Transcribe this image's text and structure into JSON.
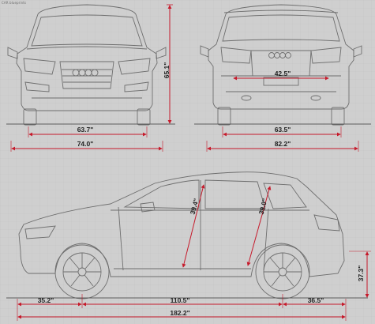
{
  "watermark": "CAR blueprints",
  "colors": {
    "background": "#cfcfcf",
    "grid": "#c3c3c3",
    "outline": "#6e6e6e",
    "dimension": "#c61a2b",
    "text": "#222222"
  },
  "views": {
    "front": {
      "height": "65.1\"",
      "track_width": "63.7\"",
      "overall_width": "74.0\""
    },
    "rear": {
      "plate_width": "42.5\"",
      "track_width": "63.5\"",
      "width_with_mirrors": "82.2\""
    },
    "side": {
      "door_front": "39.4\"",
      "door_rear": "39.0\"",
      "ground_clearance_height": "37.3\"",
      "front_overhang": "35.2\"",
      "wheelbase": "110.5\"",
      "rear_overhang": "36.5\"",
      "overall_length": "182.2\""
    }
  }
}
